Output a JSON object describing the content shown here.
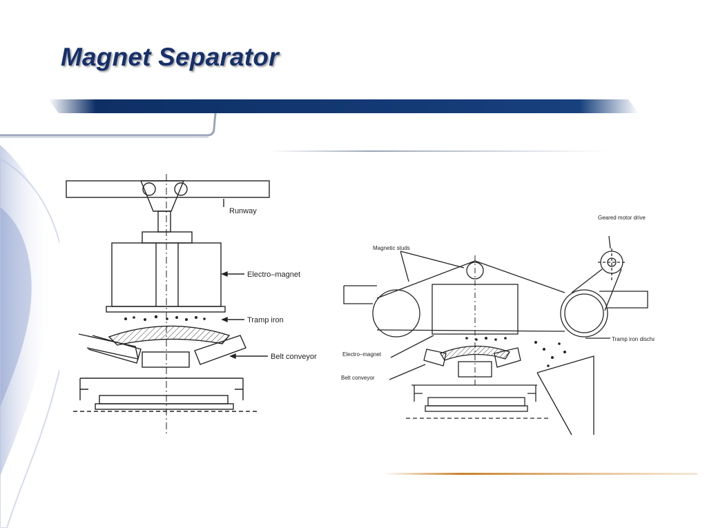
{
  "slide": {
    "title": "Magnet Separator"
  },
  "left_diagram": {
    "labels": {
      "runway": "Runway",
      "electro_magnet": "Electro–magnet",
      "tramp_iron": "Tramp iron",
      "belt_conveyor": "Belt conveyor"
    }
  },
  "right_diagram": {
    "labels": {
      "geared_motor_drive": "Geared motor drive",
      "magnetic_studs": "Magnetic studs",
      "electro_magnet": "Electro–magnet",
      "belt_conveyor": "Belt conveyor",
      "tramp_iron_discharge": "Tramp iron discharge"
    }
  },
  "colors": {
    "title": "#16306b",
    "banner": "#0e2f66",
    "accent_line": "#c8802a"
  }
}
